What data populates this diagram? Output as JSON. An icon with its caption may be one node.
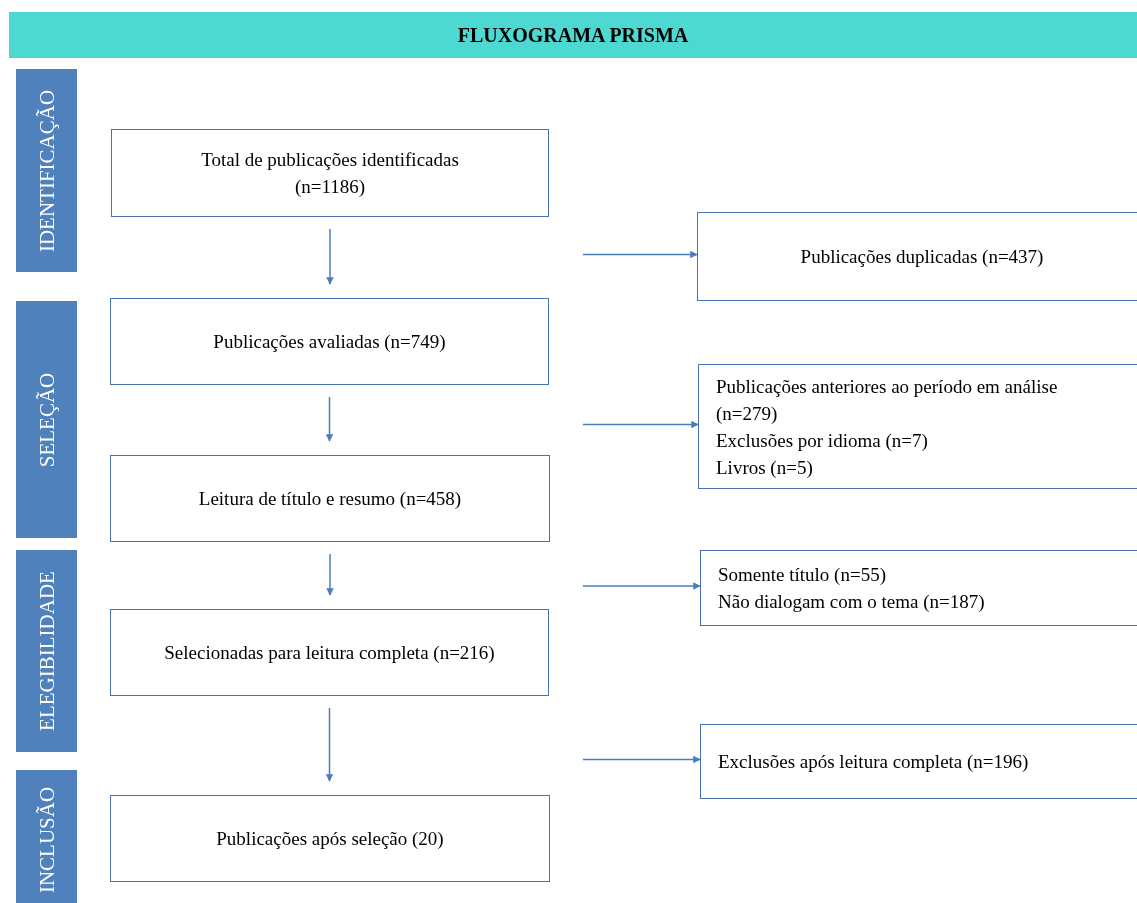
{
  "diagram": {
    "title": "FLUXOGRAMA PRISMA",
    "nodes": [
      {
        "text": [
          "IDENTIFICAÇÃO"
        ]
      },
      {
        "text": [
          "Total de publicações identificadas (n=1186)"
        ]
      },
      {
        "text": [
          "Publicações duplicadas (n=437)"
        ]
      },
      {
        "text": [
          "SELEÇÃO"
        ]
      },
      {
        "text": [
          "Publicações avaliadas (n=749)"
        ]
      },
      {
        "text": [
          "Publicações anteriores ao período em análise (n=279)",
          "Exclusões por idioma (n=7)",
          "Livros (n=5)"
        ]
      },
      {
        "text": [
          "Leitura de título e resumo (n=458)"
        ]
      },
      {
        "text": [
          "ELEGIBILIDADE"
        ]
      },
      {
        "text": [
          "Somente título (n=55)",
          "Não dialogam com o tema (n=187)"
        ]
      },
      {
        "text": [
          "Selecionadas para leitura completa (n=216)"
        ]
      },
      {
        "text": [
          "INCLUSÃO"
        ]
      },
      {
        "text": [
          "Exclusões após leitura completa (n=196)"
        ]
      },
      {
        "text": [
          "Publicações após seleção (20)"
        ]
      }
    ],
    "edges": [
      {
        "from": 1,
        "to": 4,
        "arrow": "to"
      },
      {
        "from": null,
        "to": 2,
        "arrow": "to"
      },
      {
        "from": 4,
        "to": 6,
        "arrow": "to"
      },
      {
        "from": null,
        "to": 5,
        "arrow": "to"
      },
      {
        "from": 6,
        "to": 9,
        "arrow": "to"
      },
      {
        "from": null,
        "to": 8,
        "arrow": "to"
      },
      {
        "from": 9,
        "to": 12,
        "arrow": "to"
      },
      {
        "from": null,
        "to": 11,
        "arrow": "to"
      }
    ]
  }
}
